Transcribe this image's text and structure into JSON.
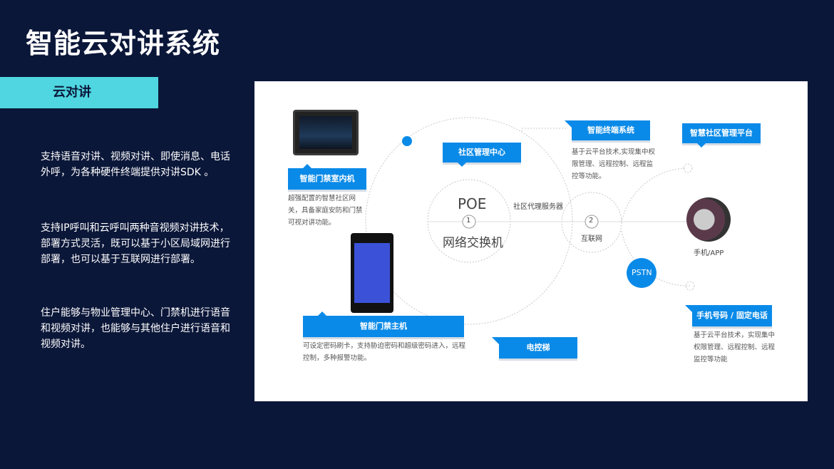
{
  "title": "智能云对讲系统",
  "tag": "云对讲",
  "paragraphs": [
    "支持语音对讲、视频对讲、即使消息、电话外呼，为各种硬件终端提供对讲SDK 。",
    "支持IP呼叫和云呼叫两种音视频对讲技术，部署方式灵活，既可以基于小区局域网进行部署，也可以基于互联网进行部署。",
    "住户能够与物业管理中心、门禁机进行语音和视频对讲，也能够与其他住户进行语音和视频对讲。"
  ],
  "diagram": {
    "poe": "POE",
    "switch": "网络交换机",
    "n1": "1",
    "n2": "2",
    "internet": "互联网",
    "proxy": "社区代理服务器",
    "pstn": "PSTN",
    "phone_app": "手机/APP",
    "indoor": {
      "label": "智能门禁室内机",
      "desc": "超强配置的智慧社区网关，具备家庭安防和门禁可视对讲功能。"
    },
    "center": {
      "label": "社区管理中心"
    },
    "terminal": {
      "label": "智能终端系统",
      "desc": "基于云平台技术,实现集中权限管理、远程控制、远程监控等功能。"
    },
    "platform": {
      "label": "智慧社区管理平台"
    },
    "host": {
      "label": "智能门禁主机",
      "desc": "可设定密码刷卡，支持胁迫密码和超级密码进入，远程控制，多种报警功能。"
    },
    "elevator": {
      "label": "电控梯"
    },
    "phone": {
      "label": "手机号码 / 固定电话",
      "desc": "基于云平台技术，实现集中权限管理、远程控制、远程监控等功能"
    }
  }
}
